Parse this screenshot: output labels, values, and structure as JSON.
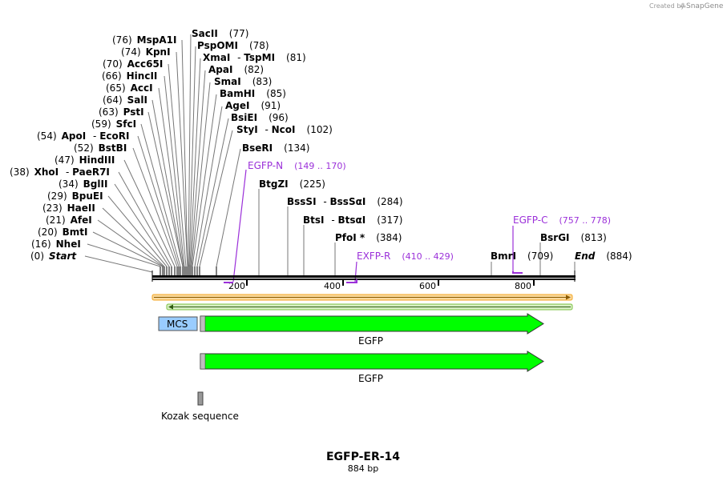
{
  "branding": {
    "created_by": "Created by",
    "app": "SnapGene"
  },
  "map": {
    "name": "EGFP-ER-14",
    "length_label": "884 bp",
    "length": 884,
    "ruler_ticks": [
      "200",
      "400",
      "600",
      "800"
    ],
    "sites_left": [
      {
        "pos": "(76)",
        "name": "MspA1I"
      },
      {
        "pos": "(74)",
        "name": "KpnI"
      },
      {
        "pos": "(70)",
        "name": "Acc65I"
      },
      {
        "pos": "(66)",
        "name": "HincII"
      },
      {
        "pos": "(65)",
        "name": "AccI"
      },
      {
        "pos": "(64)",
        "name": "SalI"
      },
      {
        "pos": "(63)",
        "name": "PstI"
      },
      {
        "pos": "(59)",
        "name": "SfcI"
      },
      {
        "pos": "(54)",
        "name": "ApoI",
        "name2": "EcoRI"
      },
      {
        "pos": "(52)",
        "name": "BstBI"
      },
      {
        "pos": "(47)",
        "name": "HindIII"
      },
      {
        "pos": "(38)",
        "name": "XhoI",
        "name2": "PaeR7I"
      },
      {
        "pos": "(34)",
        "name": "BglII"
      },
      {
        "pos": "(29)",
        "name": "BpuEI"
      },
      {
        "pos": "(23)",
        "name": "HaeII"
      },
      {
        "pos": "(21)",
        "name": "AfeI"
      },
      {
        "pos": "(20)",
        "name": "BmtI"
      },
      {
        "pos": "(16)",
        "name": "NheI"
      },
      {
        "pos": "(0)",
        "name": "Start"
      }
    ],
    "sites_right": [
      {
        "name": "SacII",
        "pos": "(77)"
      },
      {
        "name": "PspOMI",
        "pos": "(78)"
      },
      {
        "name": "XmaI",
        "name2": "TspMI",
        "pos": "(81)"
      },
      {
        "name": "ApaI",
        "pos": "(82)"
      },
      {
        "name": "SmaI",
        "pos": "(83)"
      },
      {
        "name": "BamHI",
        "pos": "(85)"
      },
      {
        "name": "AgeI",
        "pos": "(91)"
      },
      {
        "name": "BsiEI",
        "pos": "(96)"
      },
      {
        "name": "StyI",
        "name2": "NcoI",
        "pos": "(102)"
      },
      {
        "name": "BseRI",
        "pos": "(134)"
      },
      {
        "name": "BtgZI",
        "pos": "(225)"
      },
      {
        "name": "BssSI",
        "name2": "BssSαI",
        "pos": "(284)"
      },
      {
        "name": "BtsI",
        "name2": "BtsαI",
        "pos": "(317)"
      },
      {
        "name": "PfoI *",
        "pos": "(384)"
      },
      {
        "name": "BmrI",
        "pos": "(709)"
      },
      {
        "name": "BsrGI",
        "pos": "(813)"
      },
      {
        "name": "End",
        "pos": "(884)"
      }
    ],
    "primers": [
      {
        "name": "EGFP-N",
        "range": "(149 .. 170)"
      },
      {
        "name": "EXFP-R",
        "range": "(410 .. 429)"
      },
      {
        "name": "EGFP-C",
        "range": "(757 .. 778)"
      }
    ],
    "features": {
      "mcs": "MCS",
      "egfp1": "EGFP",
      "egfp2": "EGFP",
      "kozak": "Kozak sequence"
    },
    "colors": {
      "primer": "#9b30d9",
      "feature_arrow": "#00ff00",
      "mcs": "#99ccff",
      "kozak": "#999999",
      "orf_forward": "#f5a623",
      "orf_reverse": "#7cc242"
    }
  }
}
